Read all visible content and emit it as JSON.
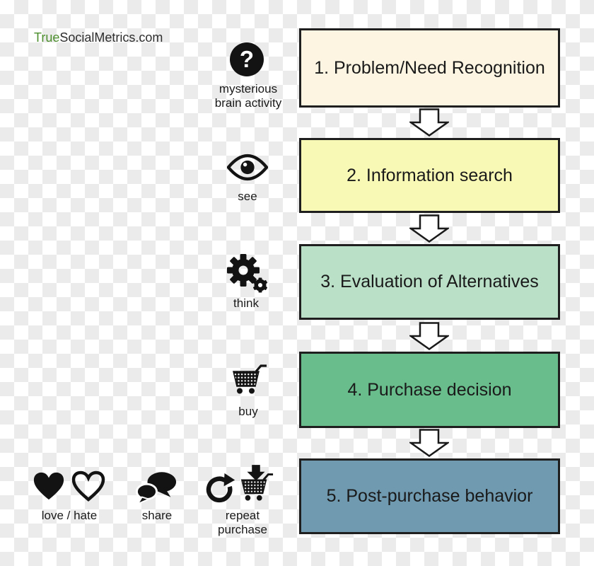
{
  "logo": {
    "brand_green": "True",
    "brand_dark": "SocialMetrics.com"
  },
  "colors": {
    "box1": "#fdf5e1",
    "box2": "#f9f9b6",
    "box3": "#bae0c8",
    "box4": "#69bc8c",
    "box5": "#6f9ab0",
    "border": "#1f1f1f",
    "icon_black": "#131313",
    "logo_green": "#4d8f2f",
    "text": "#1a1a1a"
  },
  "stages": [
    {
      "num": "1",
      "label": "1. Problem/Need Recognition",
      "icon": "question-mark-circle",
      "caption": "mysterious brain activity"
    },
    {
      "num": "2",
      "label": "2. Information search",
      "icon": "eye",
      "caption": "see"
    },
    {
      "num": "3",
      "label": "3. Evaluation of Alternatives",
      "icon": "gears",
      "caption": "think"
    },
    {
      "num": "4",
      "label": "4. Purchase decision",
      "icon": "shopping-cart",
      "caption": "buy"
    },
    {
      "num": "5",
      "label": "5. Post-purchase behavior",
      "icon": "hearts-share-repeat-group",
      "caption": ""
    }
  ],
  "post_purchase": {
    "love_hate_caption": "love / hate",
    "share_caption": "share",
    "repeat_caption": "repeat purchase"
  },
  "question_glyph": "?"
}
